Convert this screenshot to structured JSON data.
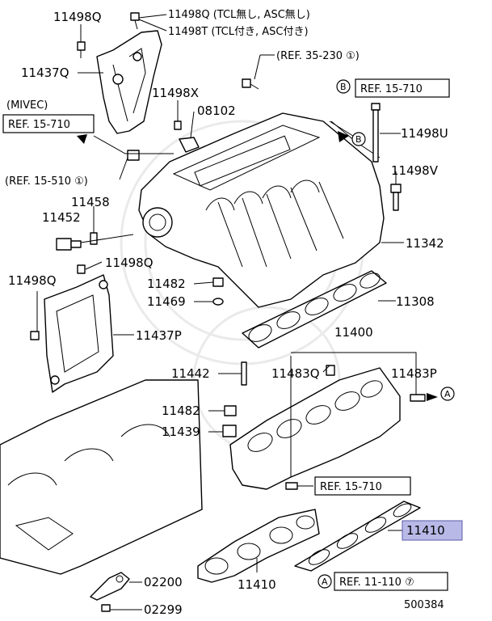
{
  "labels": {
    "p11498q_top": "11498Q",
    "p11498q_tcl_none": "11498Q (TCL無し, ASC無し)",
    "p11498t_tcl_with": "11498T (TCL付き, ASC付き)",
    "p11437q": "11437Q",
    "ref_35_230": "(REF. 35-230 ①)",
    "ref_15_710_b": "REF. 15-710",
    "circle_b": "B",
    "p11498x": "11498X",
    "p08102": "08102",
    "mivec": "(MIVEC)",
    "ref_15_710_mivec": "REF. 15-710",
    "p11498u": "11498U",
    "ref_15_510": "(REF. 15-510 ①)",
    "p11498v": "11498V",
    "p11458": "11458",
    "p11452": "11452",
    "p11342": "11342",
    "p11498q_mid": "11498Q",
    "p11498q_left": "11498Q",
    "p11482_a": "11482",
    "p11469": "11469",
    "p11308": "11308",
    "p11437p": "11437P",
    "p11400": "11400",
    "p11442": "11442",
    "p11483q": "11483Q",
    "p11483p": "11483P",
    "circle_a": "A",
    "p11482_b": "11482",
    "p11439": "11439",
    "ref_15_710_low": "REF. 15-710",
    "p11410_hl": "11410",
    "p02200": "02200",
    "p11410": "11410",
    "ref_11_110": "REF. 11-110 ⑦",
    "p02299": "02299",
    "diagram_no": "500384"
  },
  "colors": {
    "highlight_fill": "#b9b9e8",
    "highlight_stroke": "#5a5aa8",
    "line": "#000000"
  }
}
